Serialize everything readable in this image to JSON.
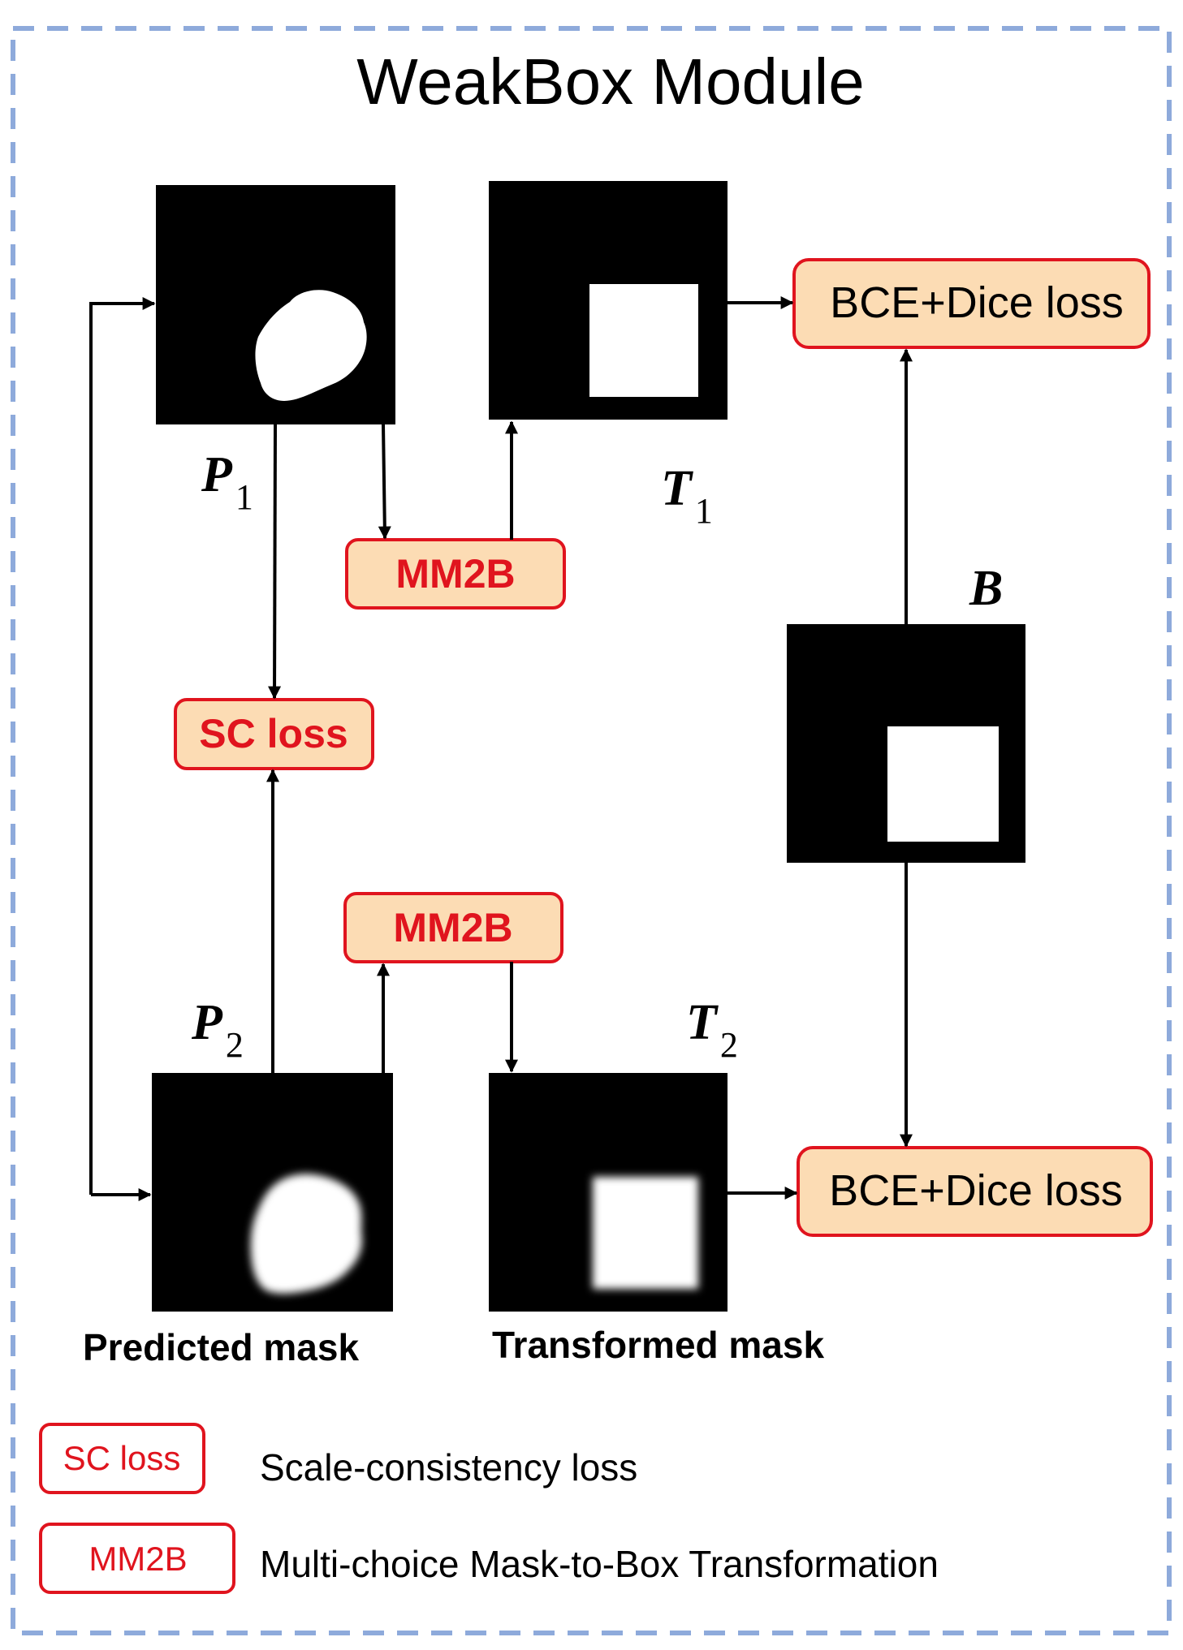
{
  "title": "WeakBox Module",
  "masks": {
    "p1": {
      "symbol": "P",
      "subscript": "1"
    },
    "t1": {
      "symbol": "T",
      "subscript": "1"
    },
    "b": {
      "symbol": "B"
    },
    "p2": {
      "symbol": "P",
      "subscript": "2"
    },
    "t2": {
      "symbol": "T",
      "subscript": "2"
    }
  },
  "nodes": {
    "mm2b_top": "MM2B",
    "mm2b_bottom": "MM2B",
    "sc_loss": "SC loss",
    "bce_top": "BCE+Dice loss",
    "bce_bottom": "BCE+Dice loss"
  },
  "captions": {
    "predicted": "Predicted mask",
    "transformed": "Transformed mask"
  },
  "legend": [
    {
      "key": "SC loss",
      "description": "Scale-consistency loss"
    },
    {
      "key": "MM2B",
      "description": "Multi-choice Mask-to-Box Transformation"
    }
  ],
  "colors": {
    "frame_dash": "#8eaadb",
    "box_fill": "#fcdcb4",
    "box_border": "#e0141e",
    "box_text": "#e0141e",
    "mask_black": "#000000",
    "mask_white": "#ffffff"
  }
}
